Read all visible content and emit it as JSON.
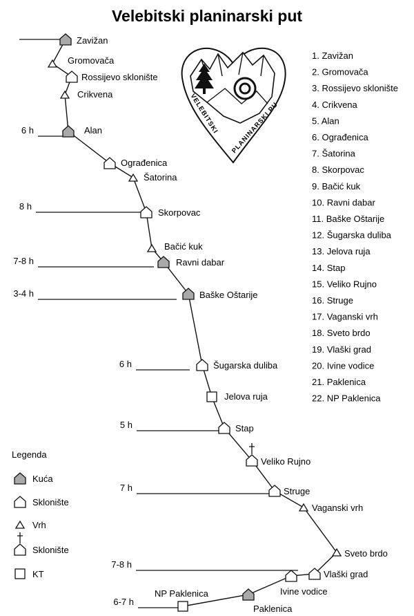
{
  "title": "Velebitski planinarski put",
  "logo": {
    "text_left": "VELEBITSKI",
    "text_right": "PLANINARSKI PUT"
  },
  "colors": {
    "line": "#111111",
    "hut_fill": "#a9a9a9",
    "open_fill": "#ffffff"
  },
  "stations": [
    {
      "name": "Zavižan",
      "type": "hut"
    },
    {
      "name": "Gromovača",
      "type": "peak"
    },
    {
      "name": "Rossijevo sklonište",
      "type": "shelter"
    },
    {
      "name": "Crikvena",
      "type": "peak"
    },
    {
      "name": "Alan",
      "type": "hut"
    },
    {
      "name": "Ograđenica",
      "type": "shelter"
    },
    {
      "name": "Šatorina",
      "type": "peak"
    },
    {
      "name": "Skorpovac",
      "type": "shelter"
    },
    {
      "name": "Bačić kuk",
      "type": "peak"
    },
    {
      "name": "Ravni dabar",
      "type": "hut"
    },
    {
      "name": "Baške Oštarije",
      "type": "hut"
    },
    {
      "name": "Šugarska duliba",
      "type": "shelter"
    },
    {
      "name": "Jelova ruja",
      "type": "kt"
    },
    {
      "name": "Stap",
      "type": "shelter"
    },
    {
      "name": "Veliko Rujno",
      "type": "shelter_cross"
    },
    {
      "name": "Struge",
      "type": "shelter"
    },
    {
      "name": "Vaganski vrh",
      "type": "peak"
    },
    {
      "name": "Sveto brdo",
      "type": "peak"
    },
    {
      "name": "Vlaški grad",
      "type": "shelter"
    },
    {
      "name": "Ivine vodice",
      "type": "shelter"
    },
    {
      "name": "Paklenica",
      "type": "hut"
    },
    {
      "name": "NP Paklenica",
      "type": "kt"
    }
  ],
  "stages": [
    {
      "label": ""
    },
    {
      "label": "6 h"
    },
    {
      "label": "8 h"
    },
    {
      "label": "7-8 h"
    },
    {
      "label": "3-4 h"
    },
    {
      "label": "6 h"
    },
    {
      "label": "5 h"
    },
    {
      "label": "7 h"
    },
    {
      "label": "7-8 h"
    },
    {
      "label": "6-7 h"
    }
  ],
  "legend": {
    "title": "Legenda",
    "items": [
      {
        "label": "Kuća",
        "type": "hut"
      },
      {
        "label": "Sklonište",
        "type": "shelter"
      },
      {
        "label": "Vrh",
        "type": "peak"
      },
      {
        "label": "Sklonište",
        "type": "shelter_cross"
      },
      {
        "label": "KT",
        "type": "kt"
      }
    ]
  }
}
